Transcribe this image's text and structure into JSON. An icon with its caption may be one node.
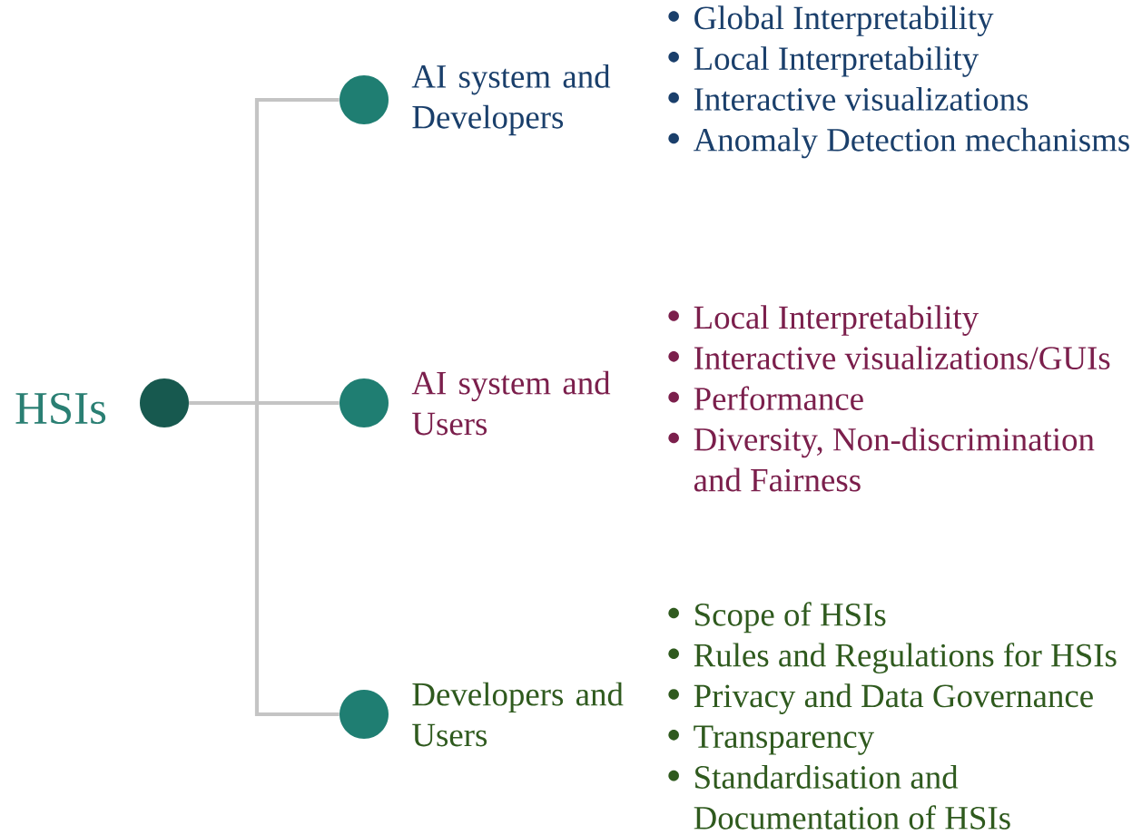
{
  "diagram": {
    "nodes": [
      {
        "text": [
          "HSIs"
        ]
      },
      {
        "text": [
          "AI system and Developers"
        ],
        "beside": [
          "Global Interpretability",
          "Local Interpretability",
          "Interactive visualizations",
          "Anomaly Detection mechanisms"
        ]
      },
      {
        "text": [
          "AI system and Users"
        ],
        "beside": [
          "Local Interpretability",
          "Interactive visualizations/GUIs",
          "Performance",
          "Diversity, Non-discrimination and Fairness"
        ]
      },
      {
        "text": [
          "Developers and Users"
        ],
        "beside": [
          "Scope of HSIs",
          "Rules and Regulations for HSIs",
          "Privacy and Data Governance",
          "Transparency",
          "Standardisation and Documentation of HSIs"
        ]
      }
    ],
    "edges": [
      {
        "from": 0,
        "to": 1,
        "arrow": "none"
      },
      {
        "from": 0,
        "to": 2,
        "arrow": "none"
      },
      {
        "from": 0,
        "to": 3,
        "arrow": "none"
      }
    ]
  }
}
